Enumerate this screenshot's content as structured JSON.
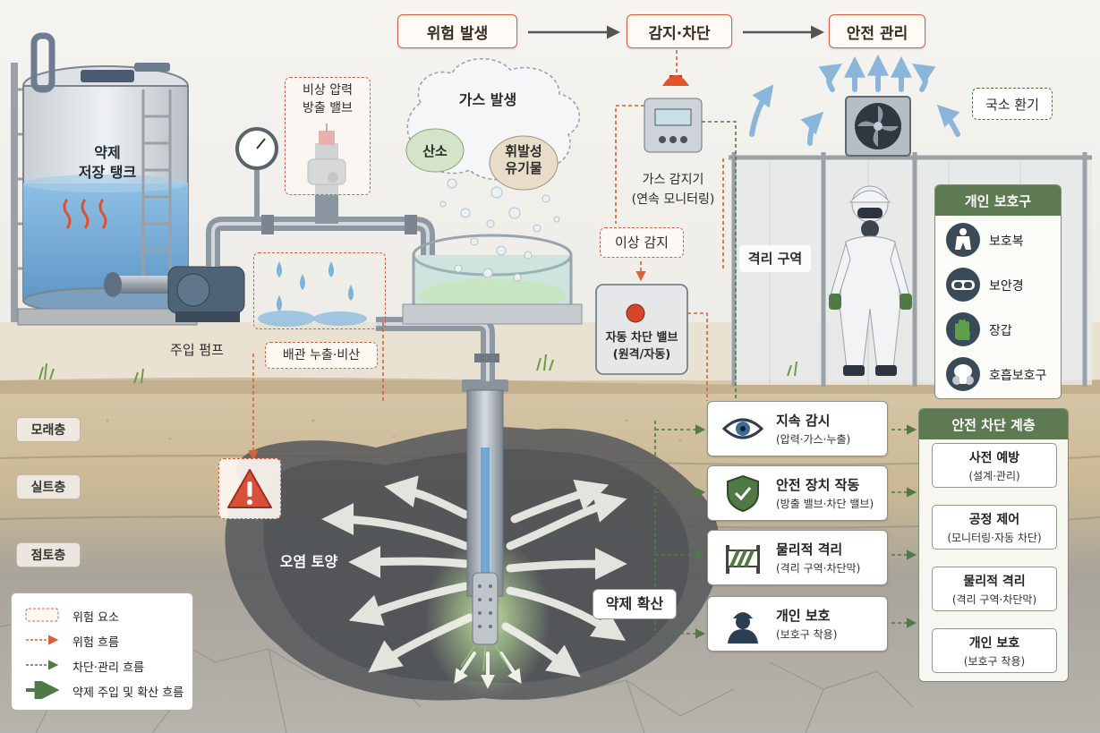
{
  "flow": {
    "step1": "위험 발생",
    "step2": "감지·차단",
    "step3": "안전 관리"
  },
  "labels": {
    "tank": "약제\n저장 탱크",
    "pump": "주입 펌프",
    "emergency_valve": "비상 압력\n방출 밸브",
    "gas_cloud": "가스 발생",
    "oxygen": "산소",
    "voc": "휘발성\n유기물",
    "pipe_leak": "배관 누출·비산",
    "gas_detector": "가스 감지기\n(연속 모니터링)",
    "anomaly": "이상 감지",
    "auto_valve": "자동 차단 밸브\n(원격/자동)",
    "local_vent": "국소 환기",
    "isolation_zone": "격리 구역",
    "contaminated_soil": "오염 토양",
    "agent_spread": "약제 확산"
  },
  "soil_layers": [
    "모래층",
    "실트층",
    "점토층"
  ],
  "controls": [
    {
      "title": "지속 감시",
      "sub": "(압력·가스·누출)",
      "icon": "eye-icon"
    },
    {
      "title": "안전 장치 작동",
      "sub": "(방출 밸브·차단 밸브)",
      "icon": "shield-icon"
    },
    {
      "title": "물리적 격리",
      "sub": "(격리 구역·차단막)",
      "icon": "barrier-icon"
    },
    {
      "title": "개인 보호",
      "sub": "(보호구 착용)",
      "icon": "worker-icon"
    }
  ],
  "ppe": {
    "title": "개인 보호구",
    "items": [
      {
        "name": "보호복",
        "icon": "suit-icon"
      },
      {
        "name": "보안경",
        "icon": "goggles-icon"
      },
      {
        "name": "장갑",
        "icon": "glove-icon"
      },
      {
        "name": "호흡보호구",
        "icon": "respirator-icon"
      }
    ]
  },
  "hierarchy": {
    "title": "안전 차단 계층",
    "items": [
      {
        "title": "사전 예방",
        "sub": "(설계·관리)"
      },
      {
        "title": "공정 제어",
        "sub": "(모니터링·자동 차단)"
      },
      {
        "title": "물리적 격리",
        "sub": "(격리 구역·차단막)"
      },
      {
        "title": "개인 보호",
        "sub": "(보호구 착용)"
      }
    ]
  },
  "legend": [
    {
      "label": "위험 요소"
    },
    {
      "label": "위험 흐름"
    },
    {
      "label": "차단·관리 흐름"
    },
    {
      "label": "약제 주입 및 확산 흐름"
    }
  ],
  "colors": {
    "hazard": "#d9603b",
    "control": "#4f7a45",
    "panel_header": "#5d7a52",
    "water": "#7fb2d8"
  }
}
